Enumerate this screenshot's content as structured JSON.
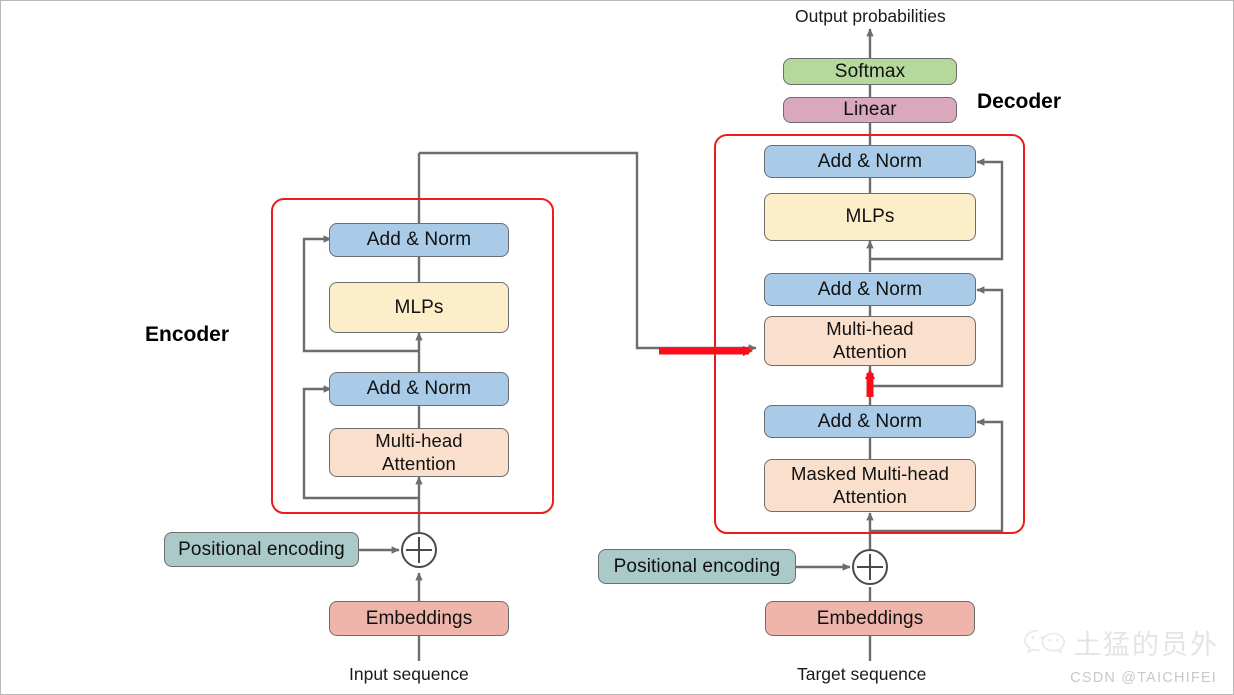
{
  "diagram": {
    "title": "Transformer encoder-decoder architecture",
    "colors": {
      "add_norm": "#a9cbe8",
      "mlp": "#fbeec9",
      "attention": "#fae0cc",
      "softmax": "#b5d99c",
      "linear": "#d9a8bc",
      "positional": "#a9cac8",
      "embeddings": "#efb5ab",
      "group_outline": "#ee1c18",
      "wire": "#6d6d6d",
      "highlight_arrow": "#fc0d1b"
    }
  },
  "labels": {
    "encoder": "Encoder",
    "decoder": "Decoder",
    "output_probabilities": "Output probabilities",
    "input_sequence": "Input sequence",
    "target_sequence": "Target sequence"
  },
  "encoder": {
    "group_name": "Encoder",
    "blocks": [
      {
        "id": "enc-add-norm-2",
        "label": "Add & Norm",
        "type": "add-norm"
      },
      {
        "id": "enc-mlps",
        "label": "MLPs",
        "type": "mlp"
      },
      {
        "id": "enc-add-norm-1",
        "label": "Add & Norm",
        "type": "add-norm"
      },
      {
        "id": "enc-attention",
        "label": "Multi-head\nAttention",
        "type": "attention"
      }
    ],
    "positional_encoding": "Positional encoding",
    "embeddings": "Embeddings",
    "sequence_label": "Input sequence",
    "add_operator": "plus-circle"
  },
  "decoder": {
    "group_name": "Decoder",
    "head": [
      {
        "id": "softmax",
        "label": "Softmax",
        "type": "softmax"
      },
      {
        "id": "linear",
        "label": "Linear",
        "type": "linear"
      }
    ],
    "blocks": [
      {
        "id": "dec-add-norm-3",
        "label": "Add & Norm",
        "type": "add-norm"
      },
      {
        "id": "dec-mlps",
        "label": "MLPs",
        "type": "mlp"
      },
      {
        "id": "dec-add-norm-2",
        "label": "Add & Norm",
        "type": "add-norm"
      },
      {
        "id": "dec-cross-attn",
        "label": "Multi-head\nAttention",
        "type": "attention"
      },
      {
        "id": "dec-add-norm-1",
        "label": "Add & Norm",
        "type": "add-norm"
      },
      {
        "id": "dec-masked-attn",
        "label": "Masked Multi-head\nAttention",
        "type": "attention"
      }
    ],
    "positional_encoding": "Positional encoding",
    "embeddings": "Embeddings",
    "sequence_label": "Target sequence",
    "add_operator": "plus-circle"
  },
  "annotations": {
    "red_arrow_horizontal": "encoder-output-into-cross-attention",
    "red_arrow_vertical": "decoder-self-attention-into-cross-attention"
  },
  "watermark": {
    "handle": "土猛的员外",
    "icon": "wechat-icon",
    "credit": "CSDN @TAICHIFEI"
  }
}
